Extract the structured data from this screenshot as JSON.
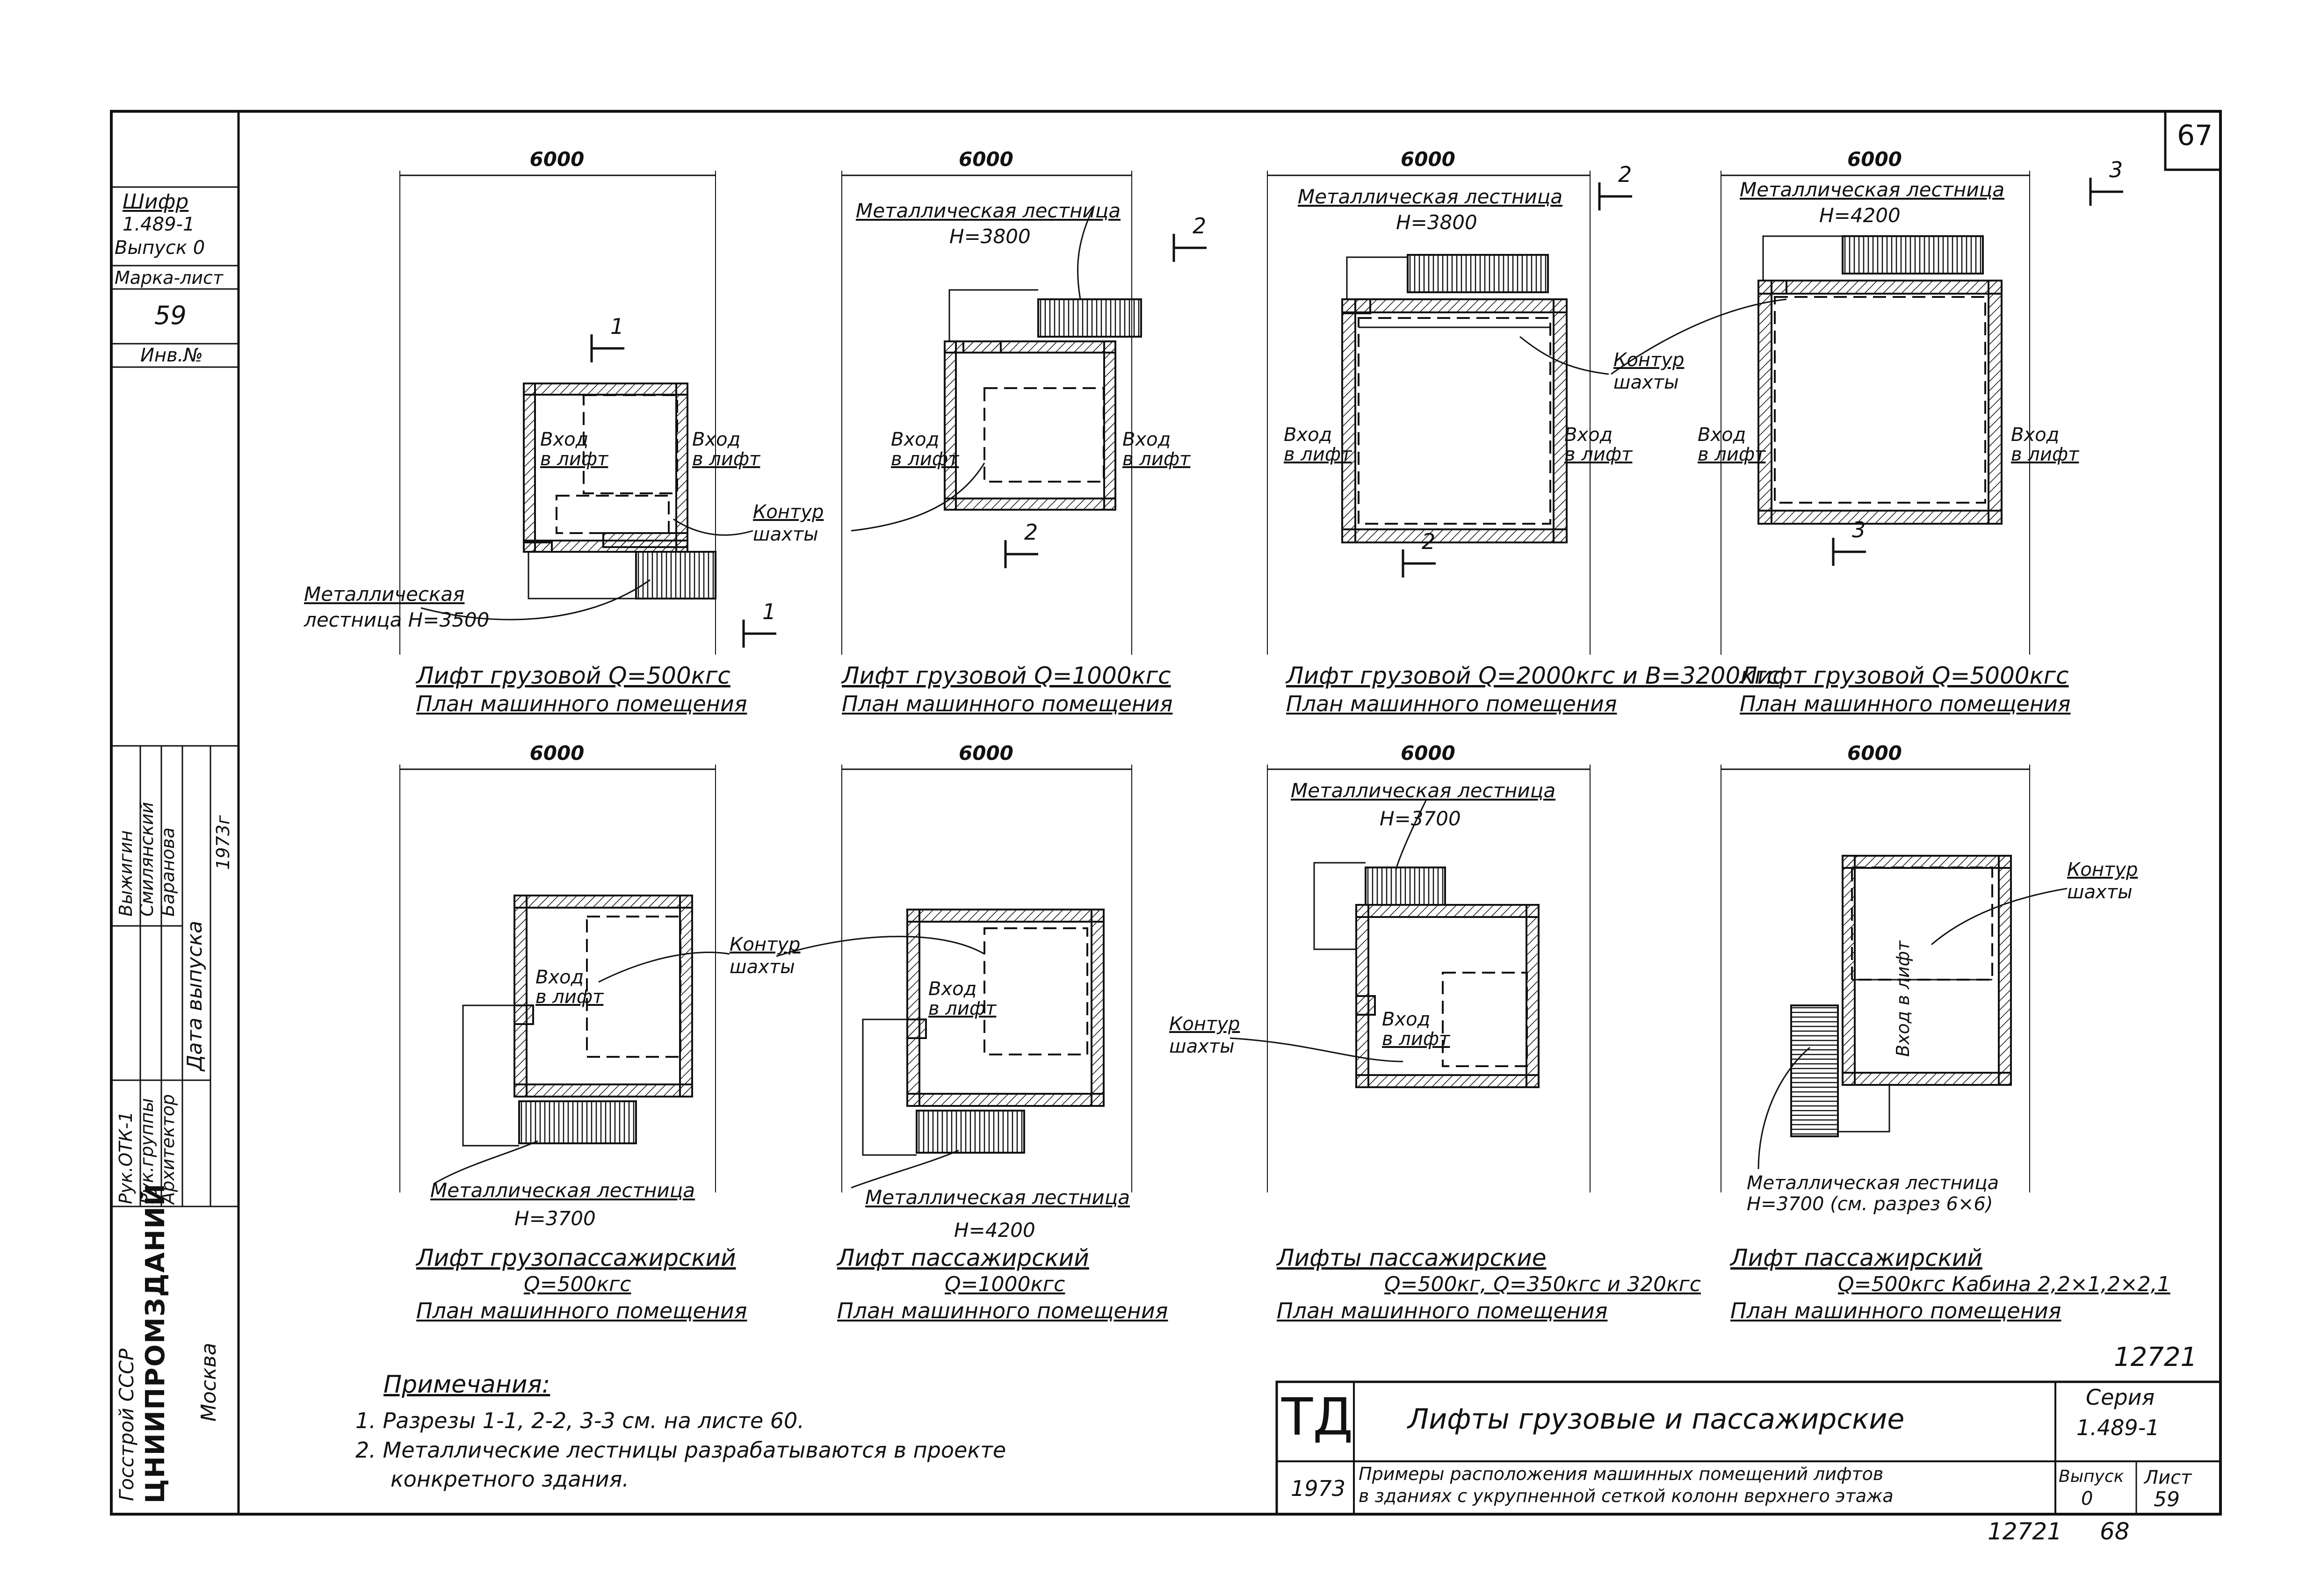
{
  "sheet_number": "67",
  "side_stamp": {
    "cipher_label": "Шифр",
    "cipher_value": "1.489-1",
    "issue": "Выпуск 0",
    "mark_label": "Марка-лист",
    "mark_value": "59",
    "inv_label": "Инв.№",
    "roles": [
      "Рук.ОТК-1",
      "Рук.группы",
      "Архитектор"
    ],
    "names": [
      "Выжигин",
      "Смилянский",
      "Баранова"
    ],
    "date_label": "Дата выпуска",
    "year": "1973г",
    "org_top": "Госстрой СССР",
    "org_name": "ЦНИИПРОМЗДАНИЙ",
    "org_city": "Москва"
  },
  "dim_value": "6000",
  "labels": {
    "metal_stair": "Металлическая лестница",
    "metal_stair_split1": "Металлическая",
    "metal_stair_split2": "лестница Н=3500",
    "entry1": "Вход",
    "entry2": "в лифт",
    "contour1": "Контур",
    "contour2": "шахты"
  },
  "plans": [
    {
      "id": "p1",
      "height": "Н=3500",
      "sec": "1",
      "title": "Лифт грузовой Q=500кгс",
      "subtitle": "План машинного помещения"
    },
    {
      "id": "p2",
      "height": "Н=3800",
      "sec": "2",
      "title": "Лифт грузовой Q=1000кгс",
      "subtitle": "План машинного помещения"
    },
    {
      "id": "p3",
      "height": "Н=3800",
      "sec": "2",
      "title": "Лифт грузовой Q=2000кгс и В=3200кгс",
      "subtitle": "План машинного помещения"
    },
    {
      "id": "p4",
      "height": "Н=4200",
      "sec": "3",
      "title": "Лифт грузовой Q=5000кгс",
      "subtitle": "План машинного помещения"
    },
    {
      "id": "p5",
      "height": "Н=3700",
      "title": "Лифт грузопассажирский",
      "title2": "Q=500кгс",
      "subtitle": "План машинного помещения"
    },
    {
      "id": "p6",
      "height": "Н=4200",
      "title": "Лифт пассажирский",
      "title2": "Q=1000кгс",
      "subtitle": "План машинного помещения"
    },
    {
      "id": "p7",
      "height": "Н=3700",
      "title": "Лифты пассажирские",
      "title2": "Q=500кг, Q=350кгс и 320кгс",
      "subtitle": "План машинного помещения"
    },
    {
      "id": "p8",
      "height_note": "Н=3700 (см. разрез 6×6)",
      "title": "Лифт пассажирский",
      "title2": "Q=500кгс Кабина 2,2×1,2×2,1",
      "subtitle": "План машинного помещения"
    }
  ],
  "notes": {
    "heading": "Примечания:",
    "items": [
      "1. Разрезы 1-1, 2-2, 3-3 см. на листе 60.",
      "2. Металлические лестницы разрабатываются в проекте",
      "конкретного здания."
    ]
  },
  "title_block": {
    "td": "ТД",
    "title": "Лифты грузовые и пассажирские",
    "year": "1973",
    "desc1": "Примеры расположения машинных помещений лифтов",
    "desc2": "в зданиях с укрупненной сеткой колонн верхнего этажа",
    "series_label": "Серия",
    "series_value": "1.489-1",
    "issue_label": "Выпуск",
    "issue_value": "0",
    "sheet_label": "Лист",
    "sheet_value": "59",
    "inv_number": "12721",
    "bottom_number": "12721",
    "bottom_sheet": "68"
  }
}
